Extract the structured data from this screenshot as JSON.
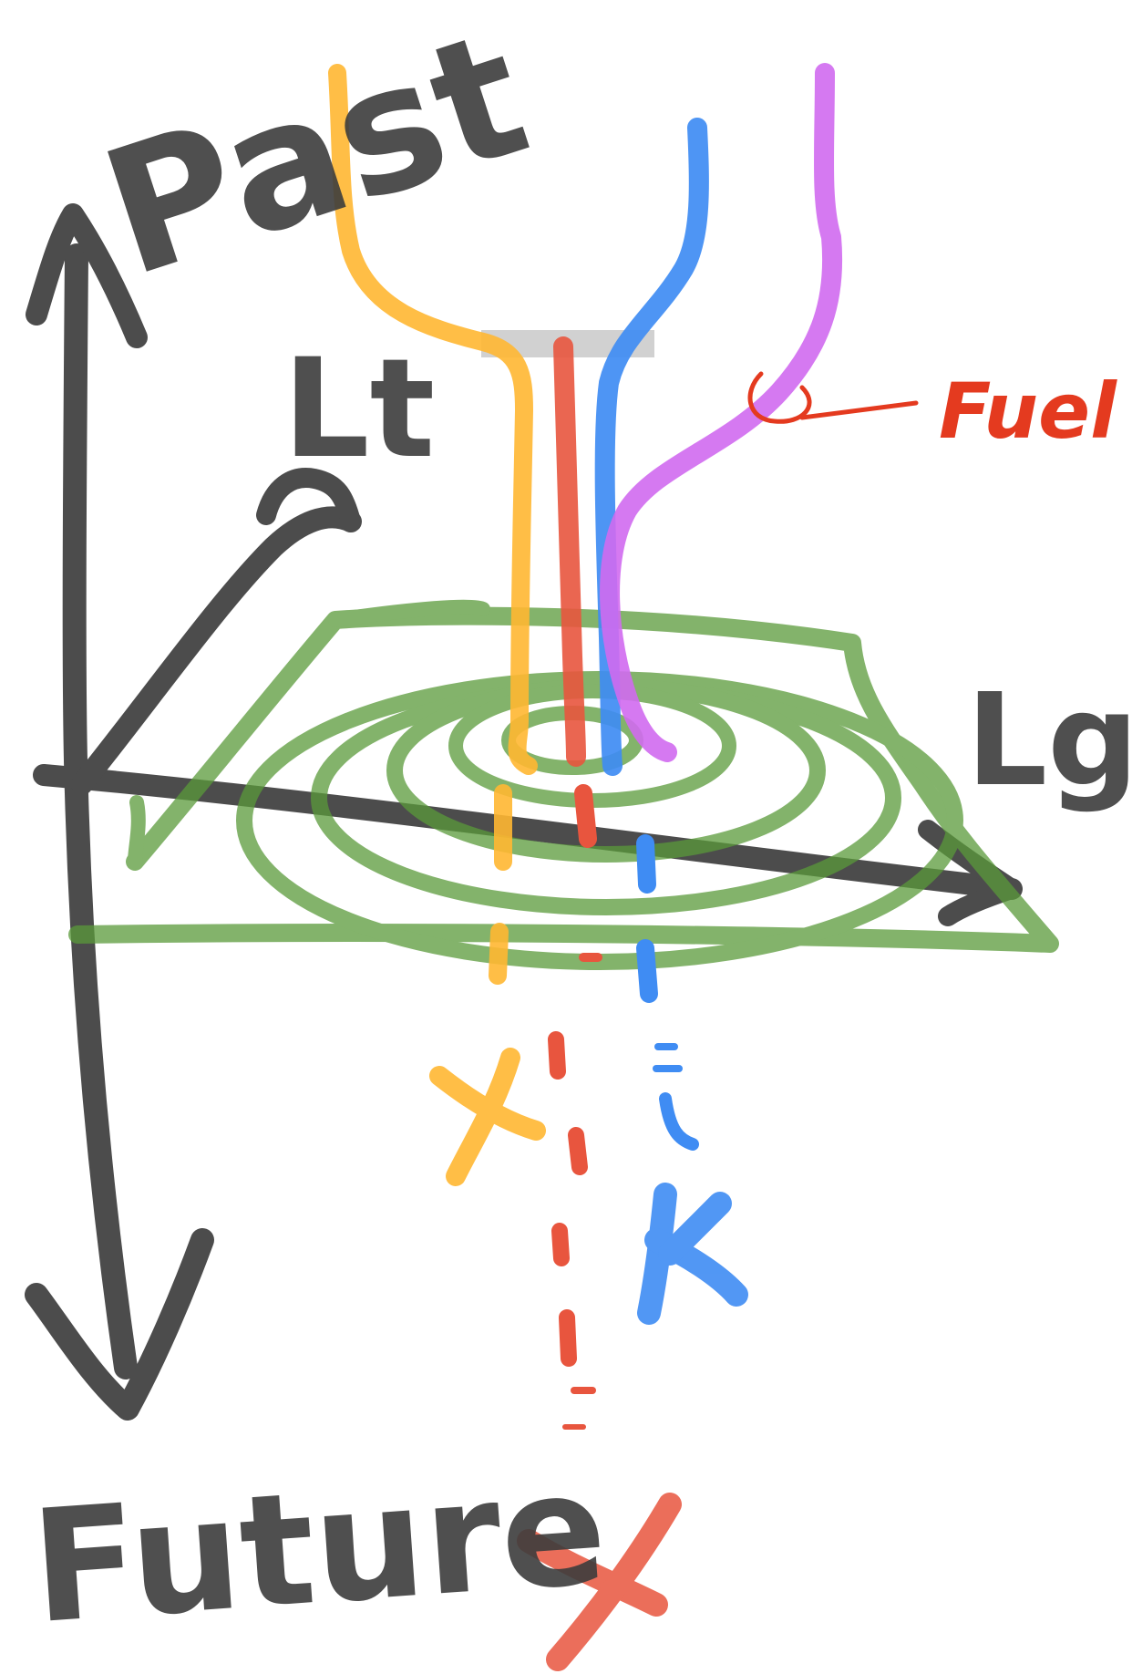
{
  "labels": {
    "top": "Past",
    "bottom": "Future",
    "vertical_axis_tag": "Lt",
    "horizontal_axis_tag": "Lg",
    "annotation": "Fuel"
  },
  "colors": {
    "ink": "#3d3d3d",
    "surface": "#5a9a3a",
    "yellow_path": "#ffb732",
    "red_path": "#e8553e",
    "blue_path": "#3f8cf3",
    "purple_path": "#d06af0",
    "annotation": "#e43a1f",
    "funnel_top": "#bdbdbd"
  },
  "markers": {
    "cross": "×",
    "blue_end": "K"
  }
}
